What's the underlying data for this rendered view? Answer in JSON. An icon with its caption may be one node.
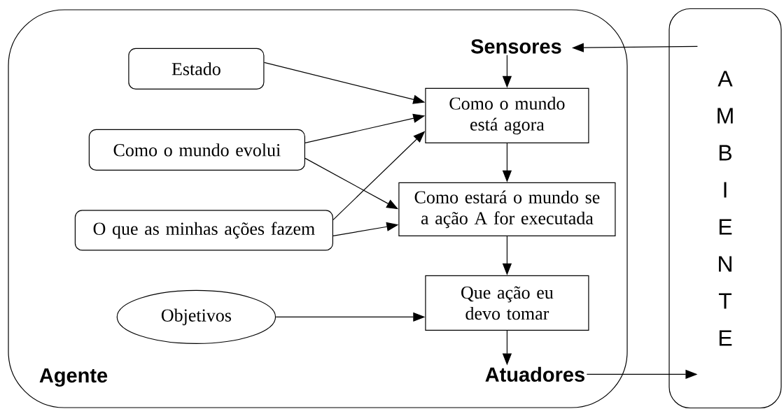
{
  "diagram": {
    "nodes": [
      {
        "text": [
          "Agente"
        ]
      },
      {
        "text": [
          "A M B I E N T E"
        ]
      },
      {
        "text": [
          "Sensores"
        ],
        "in": 0
      },
      {
        "text": [
          "Estado"
        ],
        "in": 0
      },
      {
        "text": [
          "Como o mundo evolui"
        ],
        "in": 0
      },
      {
        "text": [
          "O que as minhas ações fazem"
        ],
        "in": 0
      },
      {
        "text": [
          "Objetivos"
        ],
        "in": 0
      },
      {
        "text": [
          "Como o mundo está agora"
        ],
        "in": 0
      },
      {
        "text": [
          "Como estará o mundo se a ação A for executada"
        ],
        "in": 0
      },
      {
        "text": [
          "Que ação eu devo tomar"
        ],
        "in": 0
      },
      {
        "text": [
          "Atuadores"
        ],
        "in": 0
      }
    ],
    "edges": [
      {
        "from": 1,
        "to": 2,
        "arrow": "to"
      },
      {
        "from": 2,
        "to": 7,
        "arrow": "to"
      },
      {
        "from": 3,
        "to": 7,
        "arrow": "to"
      },
      {
        "from": 4,
        "to": 7,
        "arrow": "to"
      },
      {
        "from": 5,
        "to": 7,
        "arrow": "to"
      },
      {
        "from": 4,
        "to": 8,
        "arrow": "to"
      },
      {
        "from": 5,
        "to": 8,
        "arrow": "to"
      },
      {
        "from": 7,
        "to": 8,
        "arrow": "to"
      },
      {
        "from": 6,
        "to": 9,
        "arrow": "to"
      },
      {
        "from": 8,
        "to": 9,
        "arrow": "to"
      },
      {
        "from": 9,
        "to": 10,
        "arrow": "to"
      },
      {
        "from": 10,
        "to": 1,
        "arrow": "to"
      }
    ]
  }
}
